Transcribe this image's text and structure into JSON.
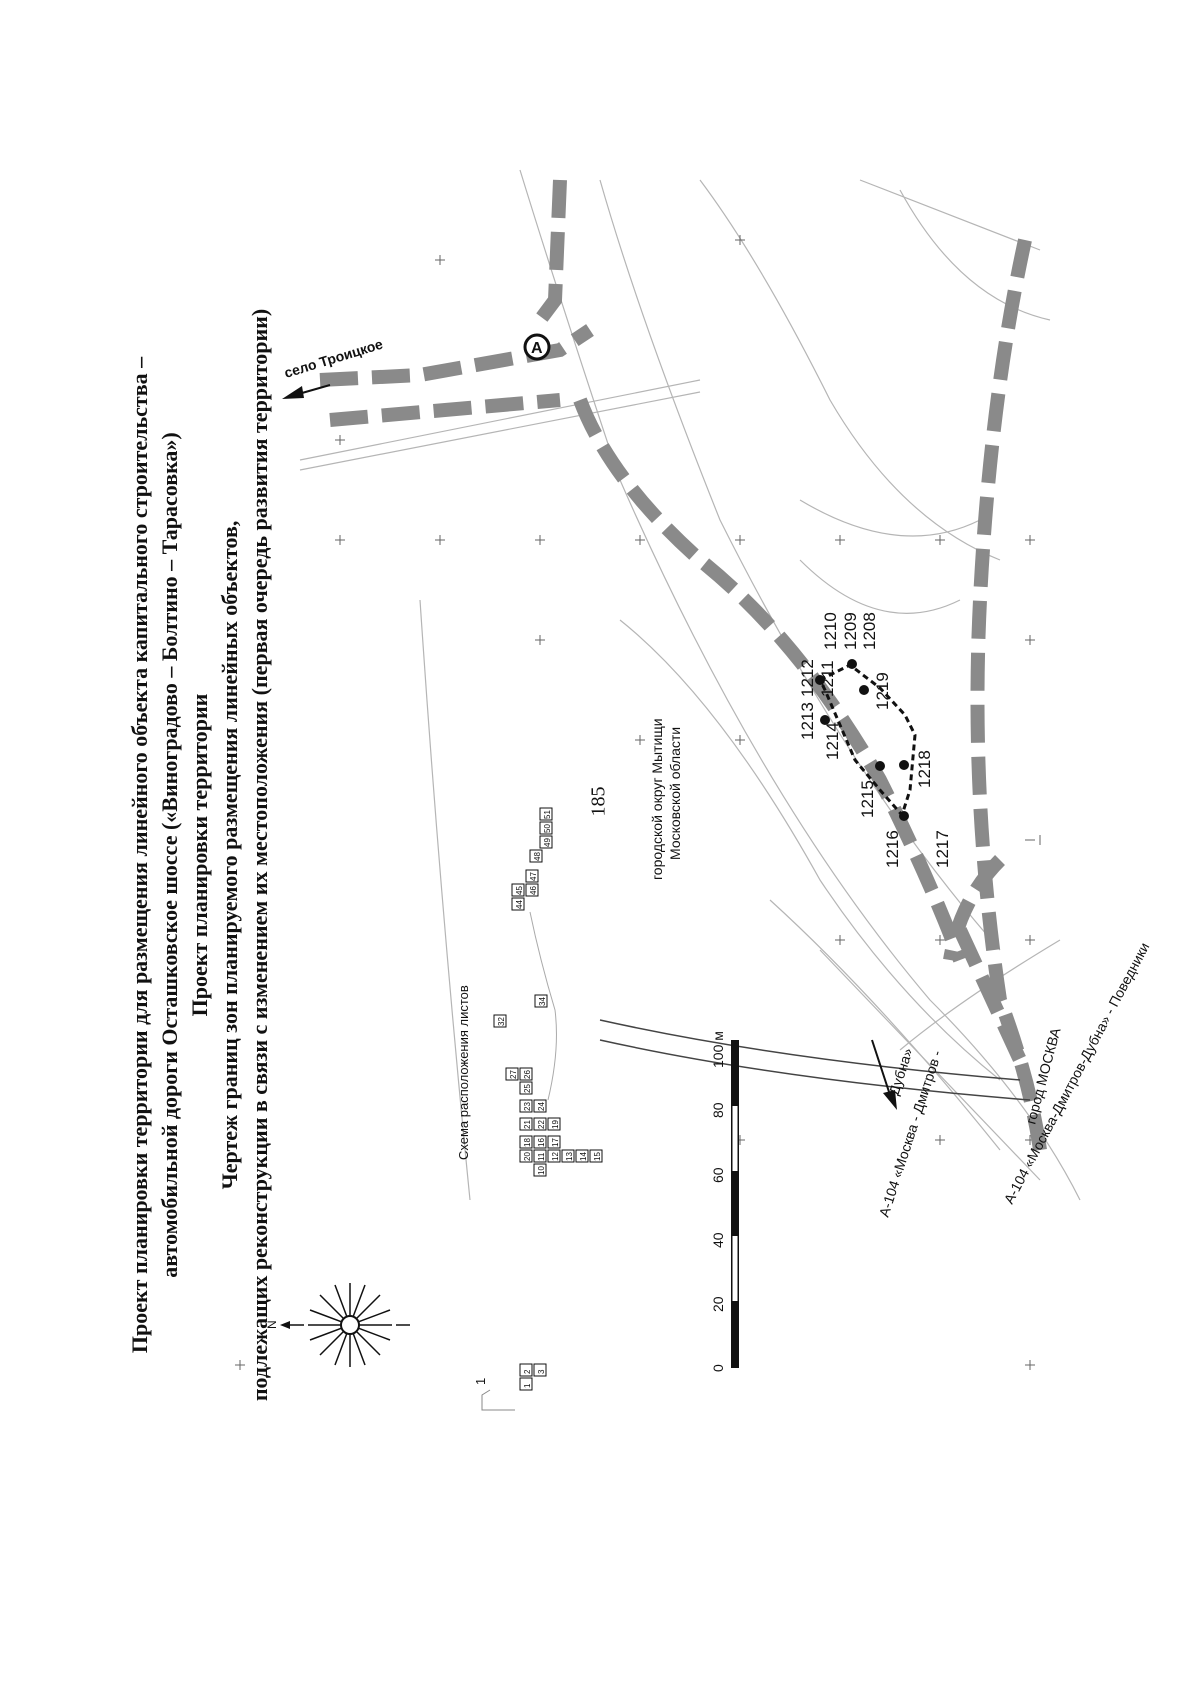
{
  "page_number": "185",
  "title_lines": [
    "Проект планировки территории для размещения линейного объекта капитального строительства –",
    "автомобильной дороги Осташковское шоссе («Виноградово – Болтино – Тарасовка»)",
    "Проект планировки территории",
    "Чертеж границ зон планируемого размещения линейных объектов,",
    "подлежащих реконструкции в связи с изменением их местоположения (первая очередь развития территории)"
  ],
  "north_label": "N",
  "inset": {
    "title": "Схема расположения листов",
    "sheet_1_label": "1",
    "sheets": [
      "1",
      "2",
      "3",
      "10",
      "11",
      "12",
      "13",
      "14",
      "15",
      "16",
      "17",
      "18",
      "19",
      "20",
      "21",
      "22",
      "23",
      "24",
      "25",
      "26",
      "27",
      "32",
      "34",
      "44",
      "45",
      "46",
      "47",
      "48",
      "49",
      "50",
      "51"
    ]
  },
  "scale_bar": {
    "ticks": [
      "0",
      "20",
      "40",
      "60",
      "80",
      "100 м"
    ]
  },
  "map_labels": {
    "region": "городской округ Мытищи",
    "region_line2": "Московской области",
    "village": "село Троицкое",
    "marker_a": "А",
    "road_upper_1": "А-104 «Москва - Дмитров -",
    "road_upper_2": "Дубна»",
    "road_lower": "А-104 «Москва-Дмитров-Дубна» - Поведники",
    "city": "город МОСКВА"
  },
  "points": [
    "1208",
    "1209",
    "1210",
    "1211",
    "1212",
    "1213",
    "1214",
    "1215",
    "1216",
    "1217",
    "1218",
    "1219"
  ],
  "colors": {
    "ink": "#111111",
    "dash_boundary": "#8a8a8a",
    "faint_map": "#b5b5b5"
  }
}
